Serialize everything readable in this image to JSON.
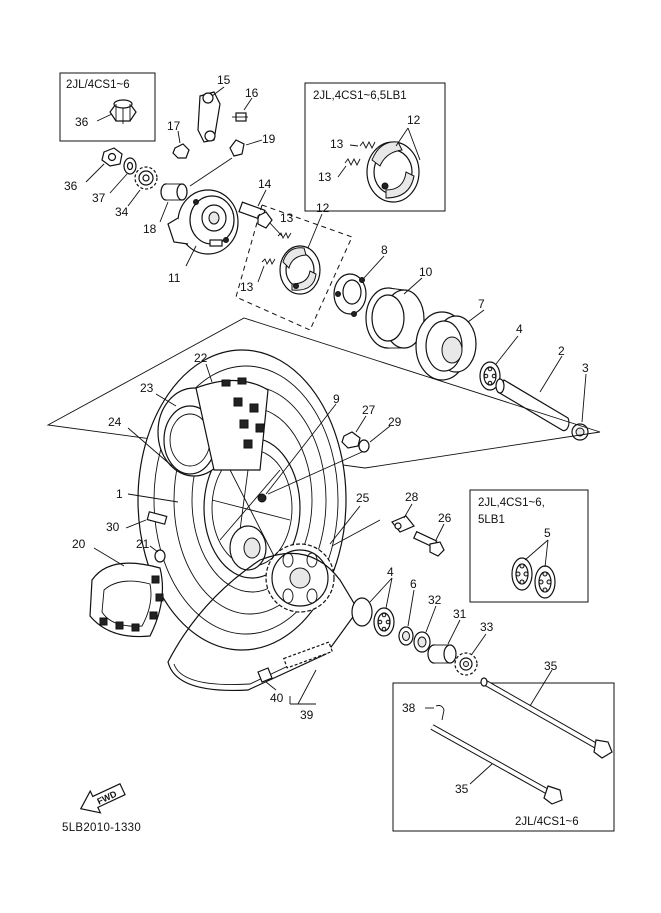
{
  "diagram_code": "5LB2010-1330",
  "fwd_label": "FWD",
  "variant_boxes": {
    "top_left": "2JL/4CS1~6",
    "top_right": "2JL,4CS1~6,5LB1",
    "right_mid_line1": "2JL,4CS1~6,",
    "right_mid_line2": "5LB1",
    "bottom_right": "2JL/4CS1~6"
  },
  "callouts": {
    "c1": "1",
    "c2": "2",
    "c3": "3",
    "c4a": "4",
    "c4b": "4",
    "c5": "5",
    "c6": "6",
    "c7": "7",
    "c8": "8",
    "c9": "9",
    "c10": "10",
    "c11": "11",
    "c12a": "12",
    "c12b": "12",
    "c13a": "13",
    "c13b": "13",
    "c13c": "13",
    "c13d": "13",
    "c14": "14",
    "c15": "15",
    "c16": "16",
    "c17": "17",
    "c18": "18",
    "c19": "19",
    "c20": "20",
    "c21": "21",
    "c22": "22",
    "c23": "23",
    "c24": "24",
    "c25": "25",
    "c26": "26",
    "c27": "27",
    "c28": "28",
    "c29": "29",
    "c30": "30",
    "c31": "31",
    "c32": "32",
    "c33": "33",
    "c34": "34",
    "c35a": "35",
    "c35b": "35",
    "c36a": "36",
    "c36b": "36",
    "c37": "37",
    "c38": "38",
    "c39": "39",
    "c40": "40"
  }
}
